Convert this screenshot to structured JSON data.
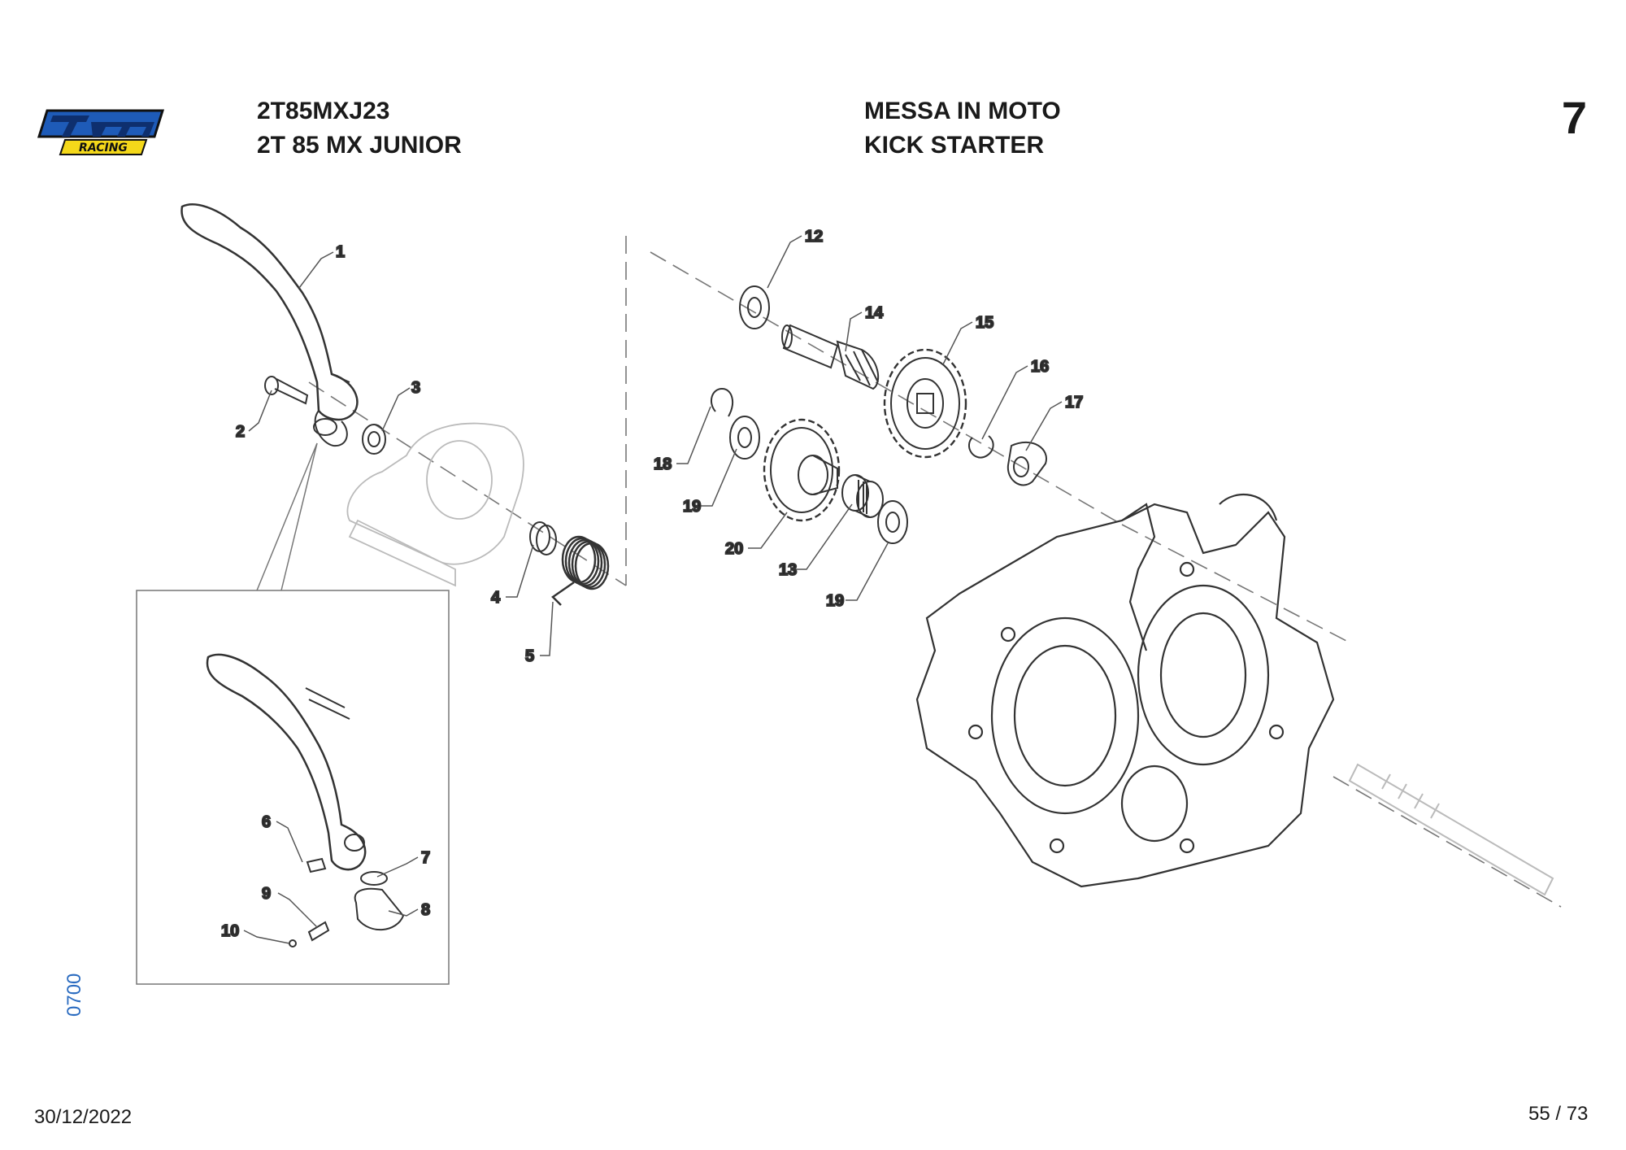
{
  "header": {
    "model_code": "2T85MXJ23",
    "model_name": "2T 85 MX JUNIOR",
    "title_it": "MESSA IN MOTO",
    "title_en": "KICK STARTER",
    "section_number": "7"
  },
  "logo": {
    "brand_text": "tm",
    "subtext": "RACING",
    "colors": {
      "primary": "#1e5bb8",
      "accent": "#f4d81a",
      "outline": "#111111"
    }
  },
  "side_code": "0700",
  "footer": {
    "date": "30/12/2022",
    "page": "55 / 73"
  },
  "callouts": [
    "1",
    "2",
    "3",
    "4",
    "5",
    "6",
    "7",
    "8",
    "9",
    "10",
    "12",
    "13",
    "14",
    "15",
    "16",
    "17",
    "18",
    "19",
    "19",
    "20"
  ]
}
